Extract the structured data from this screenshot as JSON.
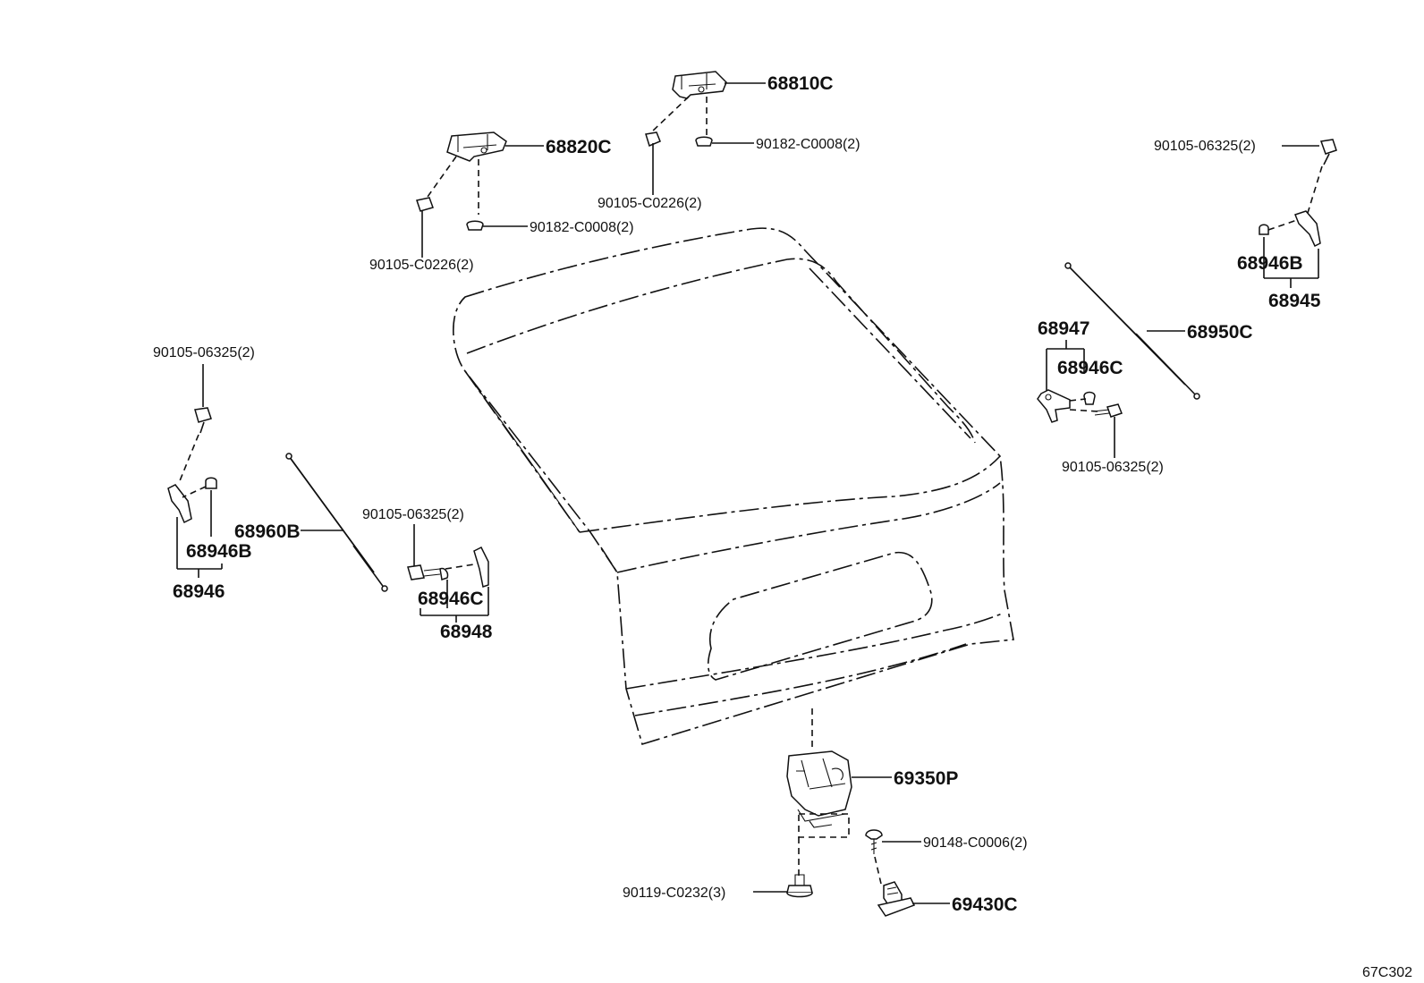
{
  "callouts": {
    "hinge_right": "68810C",
    "hinge_right_nut": "90182-C0008(2)",
    "hinge_right_bolt": "90105-C0226(2)",
    "hinge_left": "68820C",
    "hinge_left_nut": "90182-C0008(2)",
    "hinge_left_bolt": "90105-C0226(2)",
    "upper_right_bolt": "90105-06325(2)",
    "bracket_68946B_right": "68946B",
    "bracket_assy_68945": "68945",
    "bracket_68947": "68947",
    "bracket_68946C_right": "68946C",
    "strut_68950C": "68950C",
    "lower_right_bolt": "90105-06325(2)",
    "left_bolt": "90105-06325(2)",
    "bracket_68946B_left": "68946B",
    "bracket_assy_68946": "68946",
    "strut_68960B": "68960B",
    "center_bolt": "90105-06325(2)",
    "bracket_68946C_center": "68946C",
    "bracket_assy_68948": "68948",
    "lock_69350P": "69350P",
    "screw_90148": "90148-C0006(2)",
    "bolt_90119": "90119-C0232(3)",
    "striker_69430C": "69430C"
  },
  "figure_code": "67C302"
}
